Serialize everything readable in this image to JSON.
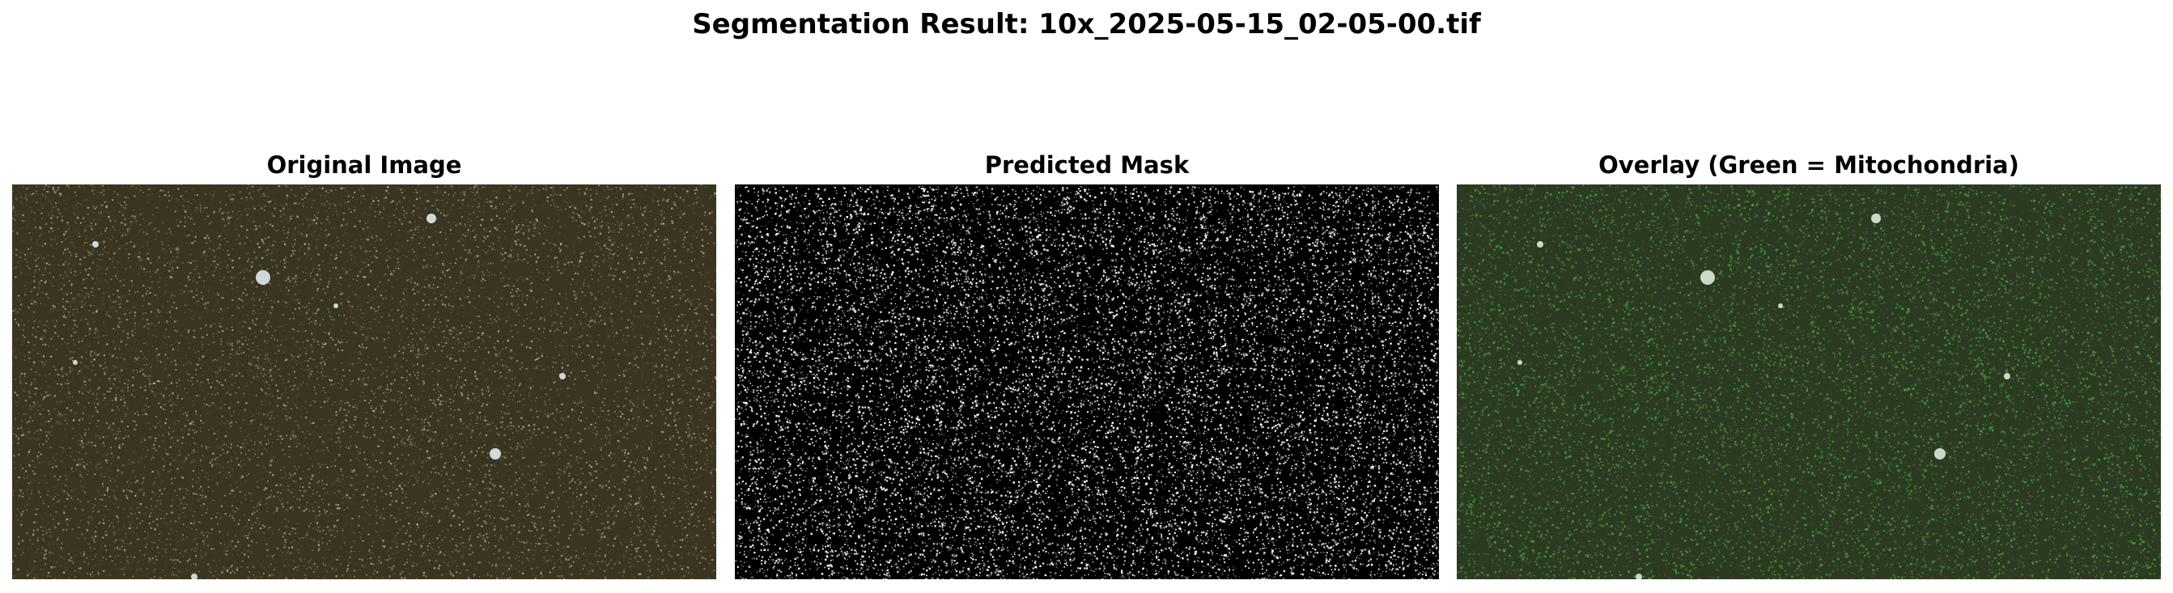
{
  "figure": {
    "suptitle": "Segmentation Result: 10x_2025-05-15_02-05-00.tif"
  },
  "panels": [
    {
      "title": "Original Image",
      "kind": "microscopy-image",
      "palette": {
        "background": "#3a3520",
        "speckle": "#c9c6b8",
        "spot": "#dfe9f2"
      }
    },
    {
      "title": "Predicted Mask",
      "kind": "binary-mask",
      "palette": {
        "background": "#000000",
        "foreground": "#ffffff"
      }
    },
    {
      "title": "Overlay (Green = Mitochondria)",
      "kind": "overlay-image",
      "palette": {
        "background": "#2c3a22",
        "overlay": "#3fa53a",
        "spot": "#d8ecd8"
      }
    }
  ]
}
